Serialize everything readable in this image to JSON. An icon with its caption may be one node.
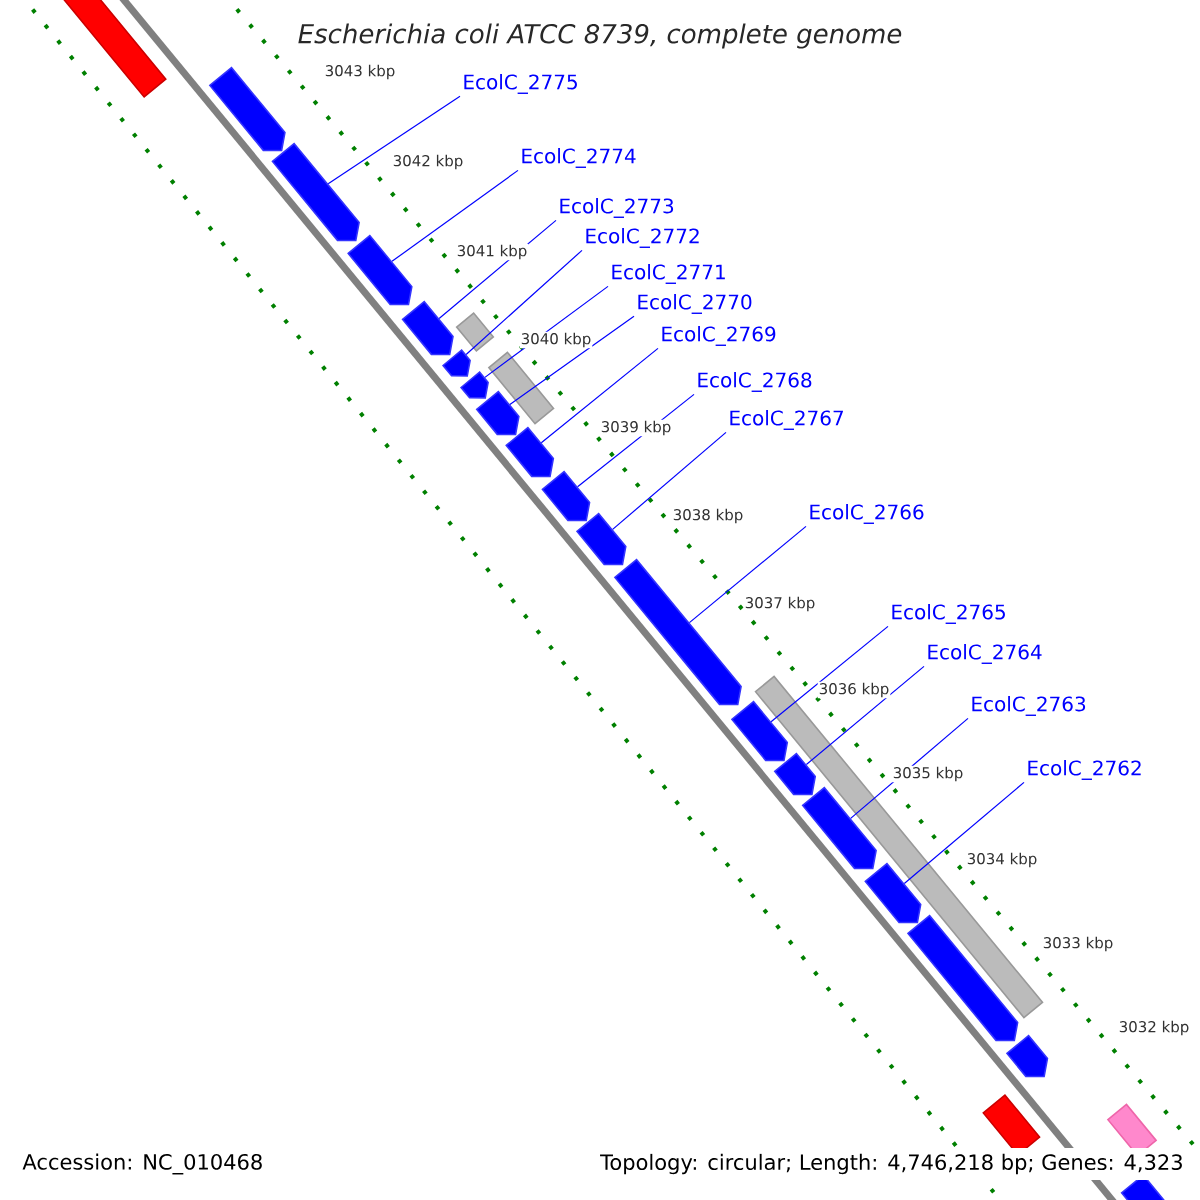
{
  "diagram": {
    "title": "Escherichia coli ATCC 8739, complete genome",
    "nodes": [
      {
        "text": [
          "EcolC_2775"
        ]
      },
      {
        "text": [
          "EcolC_2774"
        ]
      },
      {
        "text": [
          "EcolC_2773"
        ]
      },
      {
        "text": [
          "EcolC_2772"
        ]
      },
      {
        "text": [
          "EcolC_2771"
        ]
      },
      {
        "text": [
          "EcolC_2770"
        ]
      },
      {
        "text": [
          "EcolC_2769"
        ]
      },
      {
        "text": [
          "EcolC_2768"
        ]
      },
      {
        "text": [
          "EcolC_2767"
        ]
      },
      {
        "text": [
          "EcolC_2766"
        ]
      },
      {
        "text": [
          "EcolC_2765"
        ]
      },
      {
        "text": [
          "EcolC_2764"
        ]
      },
      {
        "text": [
          "EcolC_2763"
        ]
      },
      {
        "text": [
          "EcolC_2762"
        ]
      },
      {
        "text": [],
        "shape": "box"
      },
      {
        "text": [],
        "shape": "arrow"
      },
      {
        "text": [],
        "shape": "arrow"
      },
      {
        "text": [],
        "shape": "arrow"
      },
      {
        "text": [],
        "shape": "arrow"
      },
      {
        "text": [],
        "shape": "box"
      },
      {
        "text": [],
        "shape": "arrow"
      },
      {
        "text": [],
        "shape": "box"
      },
      {
        "text": [],
        "shape": "arrow"
      },
      {
        "text": [],
        "shape": "arrow"
      },
      {
        "text": [],
        "shape": "arrow"
      },
      {
        "text": [],
        "shape": "arrow"
      },
      {
        "text": [],
        "shape": "arrow"
      },
      {
        "text": [],
        "shape": "arrow"
      },
      {
        "text": [],
        "shape": "box"
      },
      {
        "text": [],
        "shape": "arrow"
      },
      {
        "text": [],
        "shape": "arrow"
      },
      {
        "text": [],
        "shape": "arrow"
      },
      {
        "text": [],
        "shape": "arrow"
      },
      {
        "text": [],
        "shape": "arrow"
      },
      {
        "text": [],
        "shape": "arrow"
      },
      {
        "text": [],
        "shape": "box"
      },
      {
        "text": [],
        "shape": "box"
      },
      {
        "text": [],
        "shape": "box"
      }
    ],
    "edges": [
      {
        "from": 0,
        "to": 16,
        "arrow": "none"
      },
      {
        "from": 1,
        "to": 17,
        "arrow": "none"
      },
      {
        "from": 2,
        "to": 18,
        "arrow": "none"
      },
      {
        "from": 3,
        "to": 20,
        "arrow": "none"
      },
      {
        "from": 4,
        "to": 22,
        "arrow": "none"
      },
      {
        "from": 5,
        "to": 23,
        "arrow": "none"
      },
      {
        "from": 6,
        "to": 24,
        "arrow": "none"
      },
      {
        "from": 7,
        "to": 25,
        "arrow": "none"
      },
      {
        "from": 8,
        "to": 26,
        "arrow": "none"
      },
      {
        "from": 9,
        "to": 27,
        "arrow": "none"
      },
      {
        "from": 10,
        "to": 29,
        "arrow": "none"
      },
      {
        "from": 11,
        "to": 30,
        "arrow": "none"
      },
      {
        "from": 12,
        "to": 31,
        "arrow": "none"
      },
      {
        "from": 13,
        "to": 32,
        "arrow": "none"
      }
    ],
    "labels": [
      "3043 kbp",
      "3042 kbp",
      "3041 kbp",
      "3040 kbp",
      "3039 kbp",
      "3038 kbp",
      "3037 kbp",
      "3036 kbp",
      "3035 kbp",
      "3034 kbp",
      "3033 kbp",
      "3032 kbp",
      "Accession: NC_010468",
      "Topology: circular; Length: 4,746,218 bp; Genes: 4,323"
    ]
  }
}
